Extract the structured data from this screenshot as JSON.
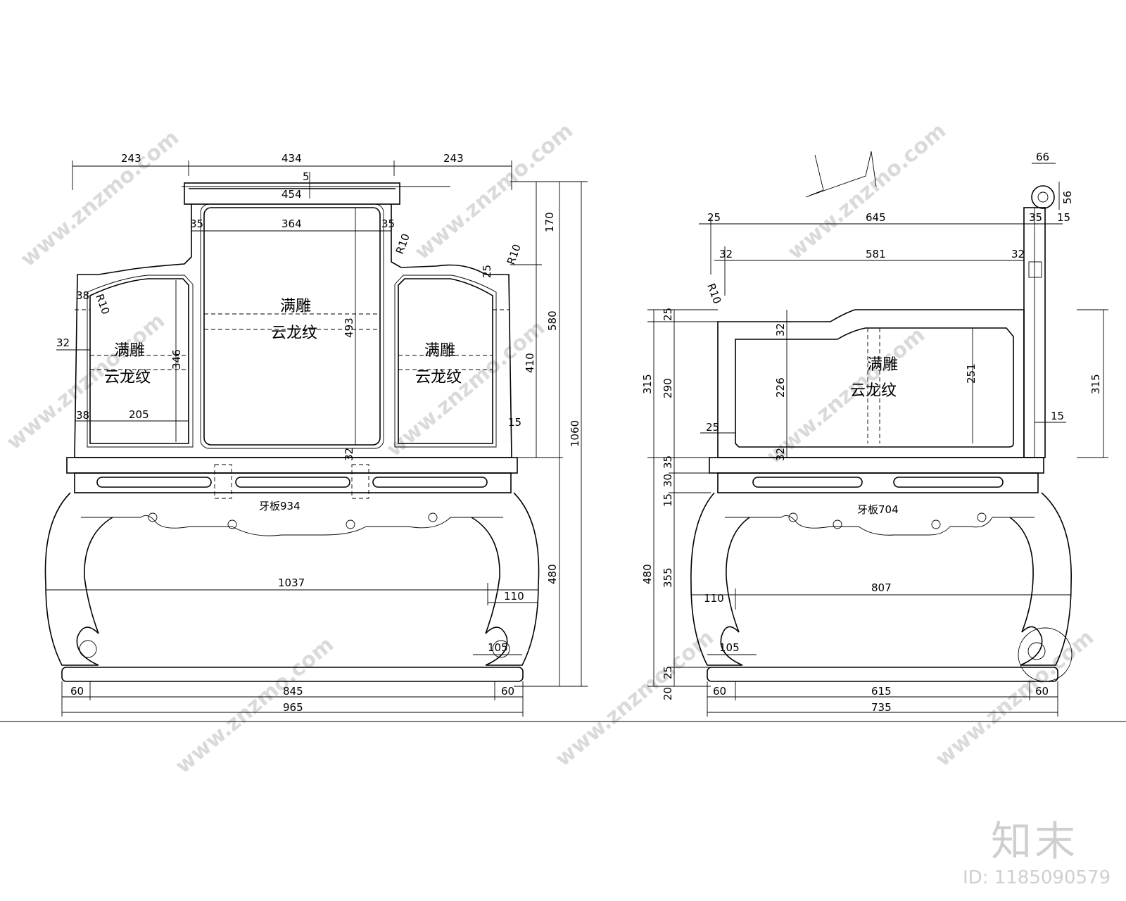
{
  "front_view": {
    "top_widths": [
      "243",
      "434",
      "243"
    ],
    "crest_dims": [
      "5",
      "454"
    ],
    "panel_width_dims": [
      "35",
      "364",
      "35"
    ],
    "radius_labels": [
      "R10",
      "R10",
      "R10"
    ],
    "small_dims": [
      "38",
      "32",
      "38",
      "205",
      "346",
      "25",
      "15",
      "493",
      "32"
    ],
    "right_dims": [
      "170",
      "580",
      "410",
      "1060",
      "480"
    ],
    "carving_center": [
      "满雕",
      "云龙纹"
    ],
    "carving_left": [
      "满雕",
      "云龙纹"
    ],
    "carving_right": [
      "满雕",
      "云龙纹"
    ],
    "apron_label": "牙板934",
    "leg_width": "1037",
    "leg_dim": "110",
    "scroll_dim": "105",
    "base_dims": [
      "60",
      "845",
      "60"
    ],
    "total_width": "965"
  },
  "side_view": {
    "top_dims": [
      "66",
      "56"
    ],
    "width_645_row": [
      "25",
      "645",
      "35",
      "15"
    ],
    "width_581_row": [
      "32",
      "581",
      "32"
    ],
    "radius_label": "R10",
    "left_dims": [
      "25",
      "315",
      "290",
      "25",
      "35",
      "30",
      "15",
      "480",
      "355",
      "25",
      "20"
    ],
    "inner_dims": [
      "32",
      "226",
      "32"
    ],
    "panel_height": "251",
    "right_dims": [
      "315",
      "15"
    ],
    "carving": [
      "满雕",
      "云龙纹"
    ],
    "apron_label": "牙板704",
    "leg_dim": "110",
    "leg_width": "807",
    "scroll_dim": "105",
    "base_dims": [
      "60",
      "615",
      "60"
    ],
    "total_width": "735"
  },
  "watermark": {
    "site": "www.znzmo.com",
    "brand": "知末",
    "id": "ID: 1185090579"
  }
}
